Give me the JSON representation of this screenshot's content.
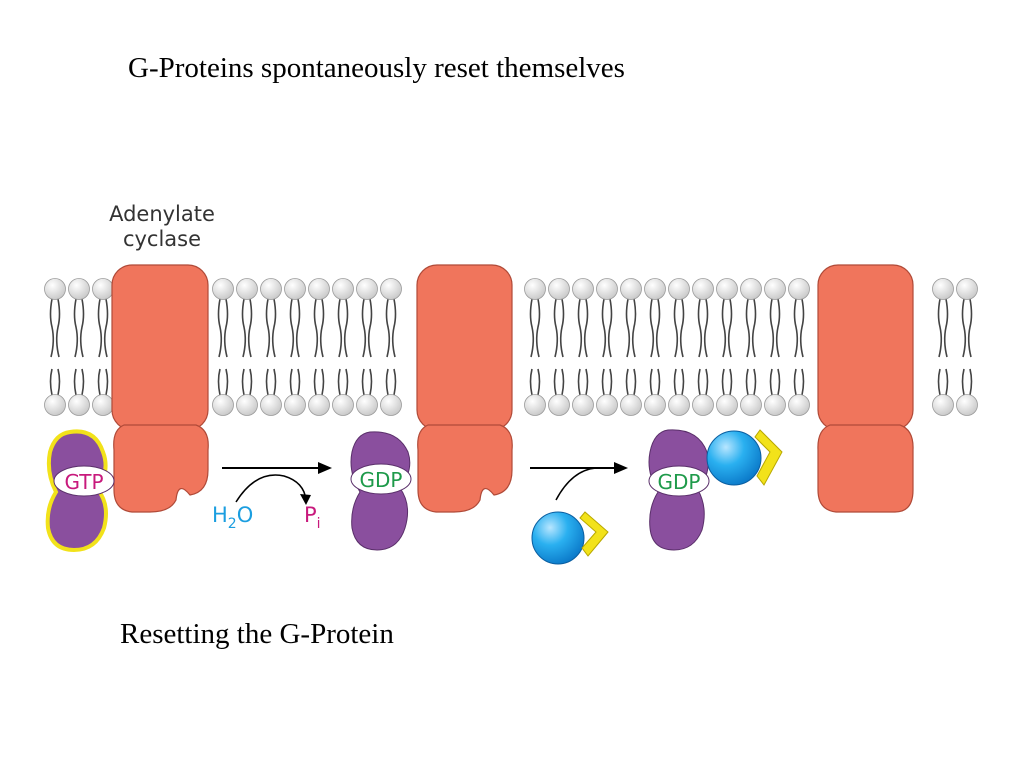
{
  "slide": {
    "title": "G-Proteins spontaneously reset themselves",
    "caption": "Resetting the G-Protein"
  },
  "diagram": {
    "enzyme_label_line1": "Adenylate",
    "enzyme_label_line2": "cyclase",
    "gprotein_1_label": "GTP",
    "gprotein_2_label": "GDP",
    "gprotein_3_label": "GDP",
    "water_label": "H",
    "water_sub": "2",
    "water_suffix": "O",
    "phosphate_label": "P",
    "phosphate_sub": "i",
    "colors": {
      "enzyme": "#f0755c",
      "g_alpha": "#8a4f9e",
      "gtp_text": "#c8197c",
      "gdp_text": "#1e9a4a",
      "beta_gamma": "#1b9fe8",
      "gamma_tag": "#f2e21a",
      "h2o_text": "#1b9ee0",
      "pi_text": "#c8197c",
      "active_outline": "#f2e21a",
      "lipid_head": "#e8e8e8"
    },
    "icons": [
      "membrane-bilayer",
      "reaction-arrow",
      "curved-arrow"
    ]
  }
}
